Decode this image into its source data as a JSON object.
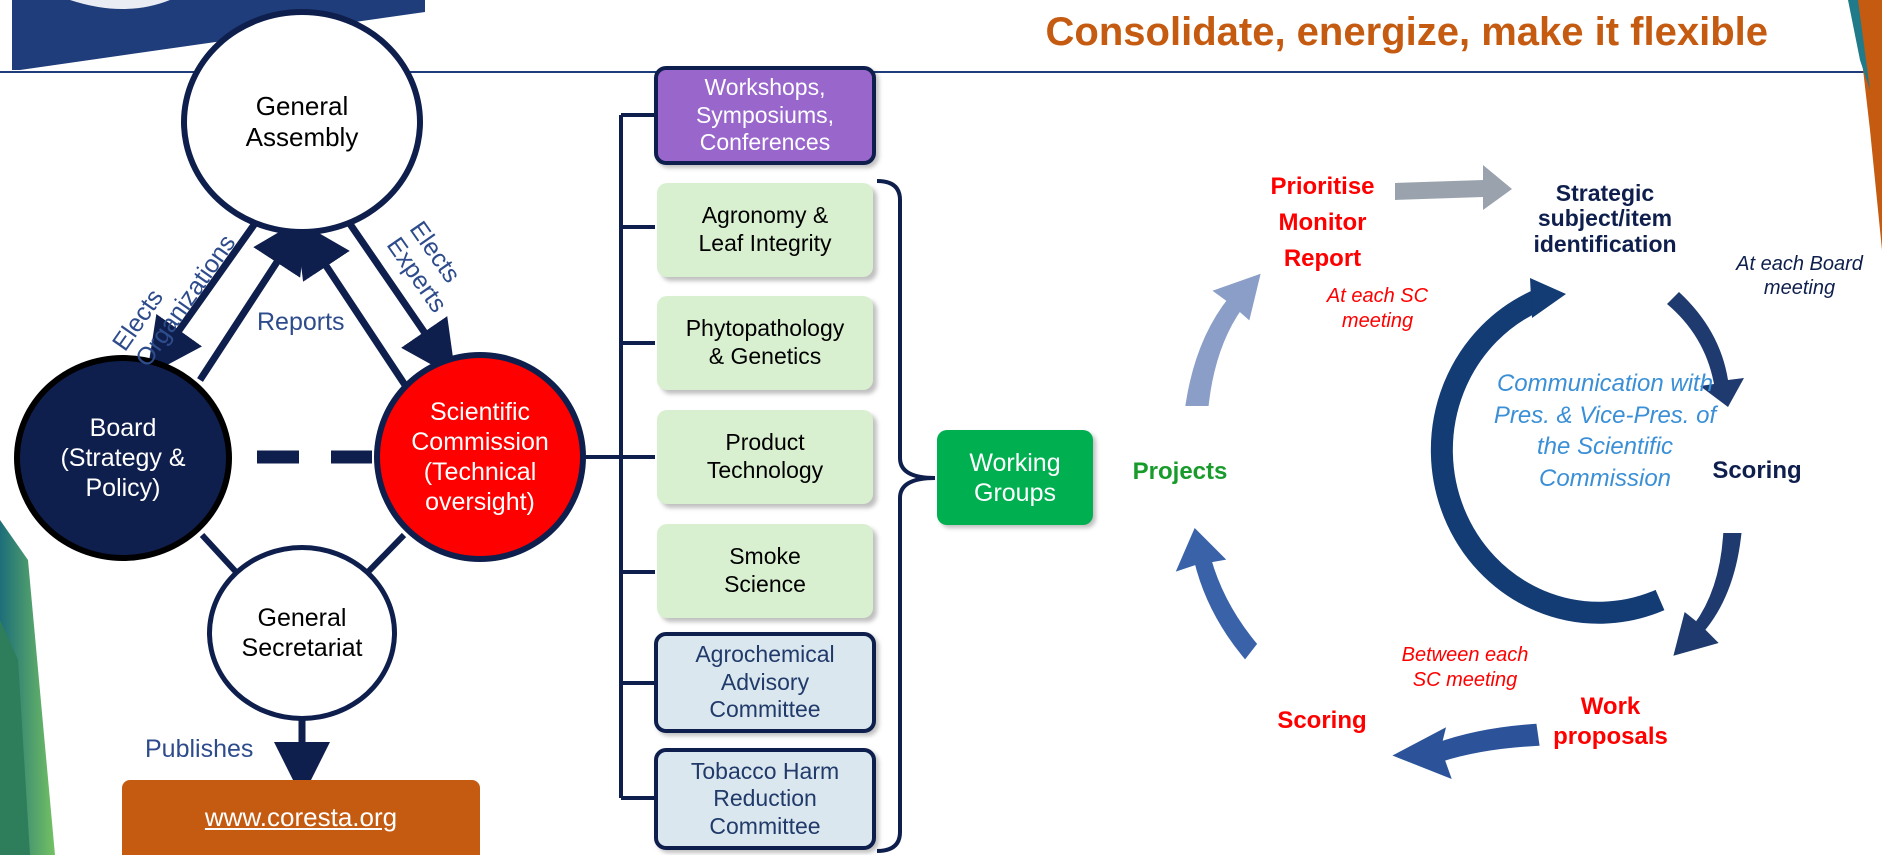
{
  "title": "Consolidate, energize, make it flexible",
  "org": {
    "general_assembly": "General Assembly",
    "board": "Board (Strategy & Policy)",
    "scientific_commission": "Scientific Commission (Technical oversight)",
    "general_secretariat": "General Secretariat",
    "website": "www.coresta.org",
    "elects_organizations": "Elects Organizations",
    "elects_experts": "Elects Experts",
    "reports": "Reports",
    "publishes": "Publishes"
  },
  "groups": {
    "workshops": "Workshops, Symposiums, Conferences",
    "items": [
      "Agronomy & Leaf Integrity",
      "Phytopathology & Genetics",
      "Product Technology",
      "Smoke Science"
    ],
    "committees": [
      "Agrochemical Advisory Committee",
      "Tobacco Harm Reduction Committee"
    ],
    "working_groups": "Working Groups"
  },
  "cycle": {
    "prioritise": "Prioritise",
    "monitor": "Monitor",
    "report": "Report",
    "strategic": "Strategic subject/item identification",
    "scoring_right": "Scoring",
    "work_proposals": "Work proposals",
    "scoring_bottom": "Scoring",
    "projects": "Projects",
    "note_sc": "At each SC meeting",
    "note_board": "At each Board meeting",
    "note_between": "Between each SC meeting",
    "center": "Communication with Pres. & Vice-Pres. of the Scientific Commission"
  },
  "colors": {
    "navy": "#0f1f4d",
    "red": "#ff0000",
    "purple": "#9966cc",
    "green": "#00b050",
    "orange": "#c55a11",
    "text_blue": "#2e4c8c"
  }
}
